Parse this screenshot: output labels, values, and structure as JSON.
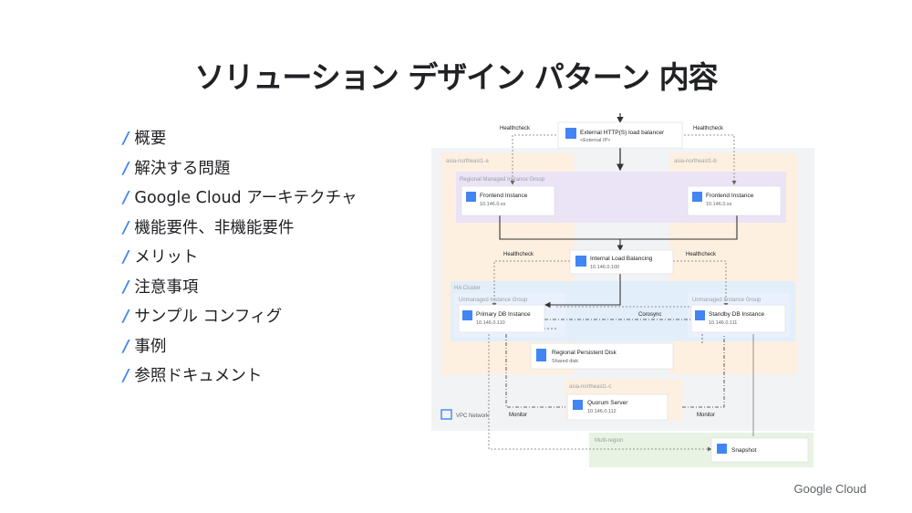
{
  "title": "ソリューション デザイン パターン 内容",
  "toc": [
    "概要",
    "解決する問題",
    "Google Cloud アーキテクチャ",
    "機能要件、非機能要件",
    "メリット",
    "注意事項",
    "サンプル コンフィグ",
    "事例",
    "参照ドキュメント"
  ],
  "toc_marker": "/",
  "diagram": {
    "lb_external": {
      "title": "External HTTP(S) load balancer",
      "sub": "<External IP>"
    },
    "healthcheck": "Healthcheck",
    "zone_a": "asia-northeast1-a",
    "zone_b": "asia-northeast1-b",
    "zone_c": "asia-northeast1-c",
    "rmig": "Regional Managed Instance Group",
    "frontend_a": {
      "title": "Frontend Instance",
      "sub": "10.146.0.xx"
    },
    "frontend_b": {
      "title": "Frontend Instance",
      "sub": "10.146.0.xx"
    },
    "lb_internal": {
      "title": "Internal Load Balancing",
      "sub": "10.146.0.100"
    },
    "ha_cluster": "HA Cluster",
    "umig": "Unmanaged Instance Group",
    "primary_db": {
      "title": "Primary DB Instance",
      "sub": "10.146.0.110"
    },
    "standby_db": {
      "title": "Standby DB Instance",
      "sub": "10.146.0.111"
    },
    "corosync": "Corosync",
    "disk": {
      "title": "Regional Persistent Disk",
      "sub": "Shared disk"
    },
    "quorum": {
      "title": "Quorum Server",
      "sub": "10.146.0.112"
    },
    "monitor": "Monitor",
    "vpc": "VPC Network",
    "multi_region": "Multi-region",
    "snapshot": "Snapshot"
  },
  "footer": "Google Cloud",
  "colors": {
    "accent": "#4285f4",
    "zone": "#fdf0e0",
    "rmig": "#ebe3f6",
    "ha": "#e3eefb",
    "vpc": "#f1f3f4",
    "multi": "#e8f3e3"
  }
}
